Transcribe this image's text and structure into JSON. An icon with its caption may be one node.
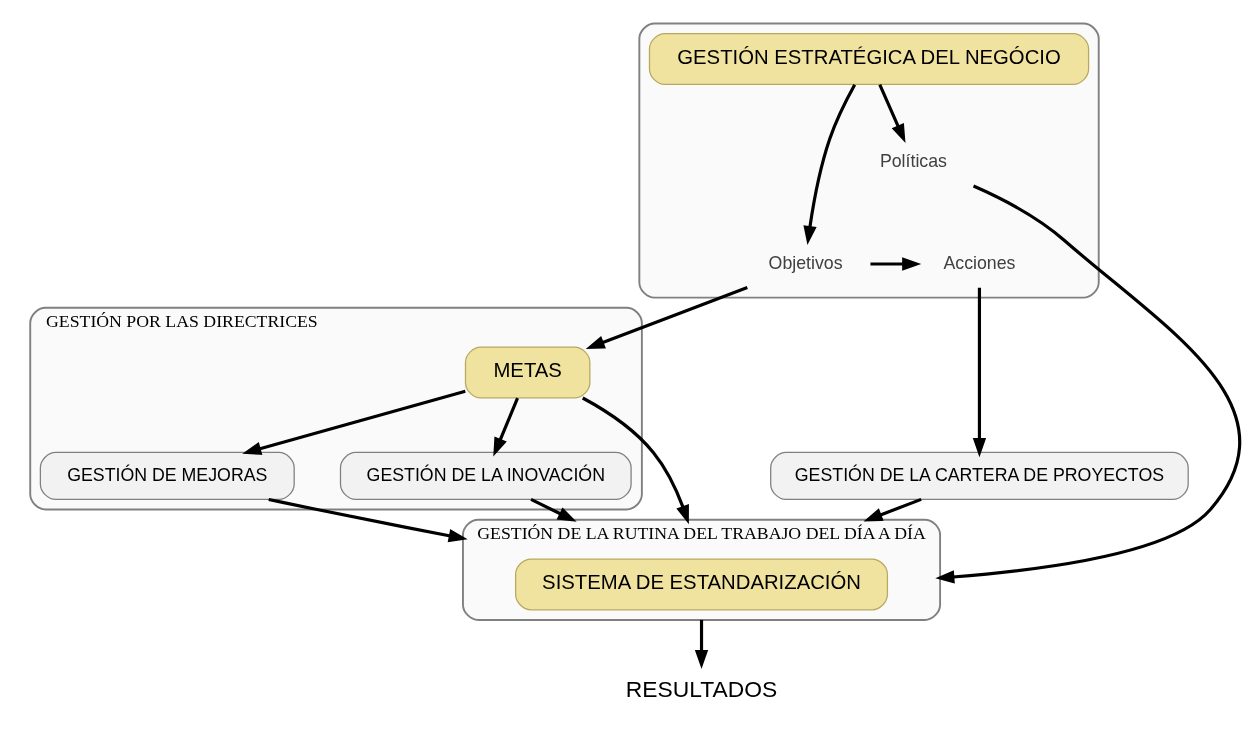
{
  "diagram": {
    "nodes": [
      {
        "text": [],
        "shape": "box"
      },
      {
        "text": [
          "GESTIÓN ESTRATÉGICA DEL NEGÓCIO"
        ],
        "in": 0
      },
      {
        "text": [
          "Políticas"
        ],
        "in": 0
      },
      {
        "text": [
          "Objetivos"
        ],
        "in": 0
      },
      {
        "text": [
          "Acciones"
        ],
        "in": 0
      },
      {
        "text": [
          "GESTIÓN POR LAS DIRECTRICES"
        ]
      },
      {
        "text": [
          "METAS"
        ],
        "in": 5
      },
      {
        "text": [
          "GESTIÓN DE MEJORAS"
        ],
        "in": 5
      },
      {
        "text": [
          "GESTIÓN DE LA INOVACIÓN"
        ],
        "in": 5
      },
      {
        "text": [
          "GESTIÓN DE LA CARTERA DE PROYECTOS"
        ]
      },
      {
        "text": [
          "GESTIÓN DE LA RUTINA DEL TRABAJO DEL DÍA A DÍA"
        ]
      },
      {
        "text": [
          "SISTEMA DE ESTANDARIZACIÓN"
        ],
        "in": 10
      },
      {
        "text": [
          "RESULTADOS"
        ]
      }
    ],
    "edges": [
      {
        "from": 1,
        "to": 2,
        "arrow": "to"
      },
      {
        "from": 1,
        "to": 3,
        "arrow": "to"
      },
      {
        "from": 3,
        "to": 4,
        "arrow": "to"
      },
      {
        "from": 3,
        "to": 6,
        "arrow": "to"
      },
      {
        "from": 4,
        "to": 9,
        "arrow": "to"
      },
      {
        "from": 6,
        "to": 7,
        "arrow": "to"
      },
      {
        "from": 6,
        "to": 8,
        "arrow": "to"
      },
      {
        "from": 7,
        "to": 10,
        "arrow": "to"
      },
      {
        "from": 6,
        "to": 10,
        "arrow": "to"
      },
      {
        "from": 8,
        "to": 10,
        "arrow": "to"
      },
      {
        "from": 9,
        "to": 10,
        "arrow": "to"
      },
      {
        "from": 2,
        "to": 10,
        "arrow": "to"
      },
      {
        "from": 10,
        "to": 12,
        "arrow": "to"
      }
    ]
  }
}
